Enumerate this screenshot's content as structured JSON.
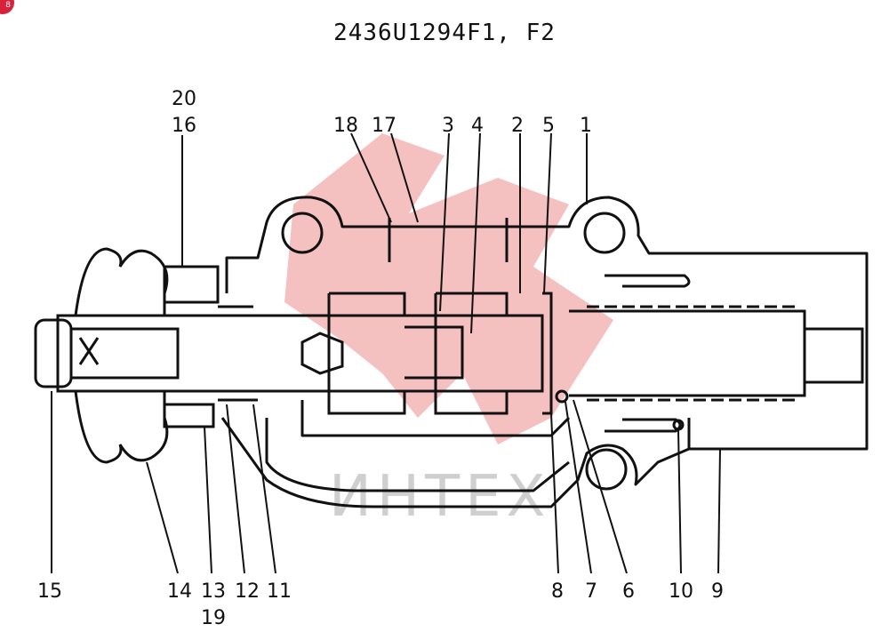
{
  "badge": "8",
  "title": "2436U1294F1, F2",
  "watermark": "ИНТЕХ",
  "labels": {
    "p20": "20",
    "p16": "16",
    "p18": "18",
    "p17": "17",
    "p3": "3",
    "p4": "4",
    "p2": "2",
    "p5": "5",
    "p1": "1",
    "p15": "15",
    "p14": "14",
    "p13": "13",
    "p19": "19",
    "p12": "12",
    "p11": "11",
    "p8": "8",
    "p7": "7",
    "p6": "6",
    "p10": "10",
    "p9": "9"
  },
  "colors": {
    "line": "#111111",
    "watermark_red": "#f2b5b5",
    "badge": "#d8213a"
  }
}
